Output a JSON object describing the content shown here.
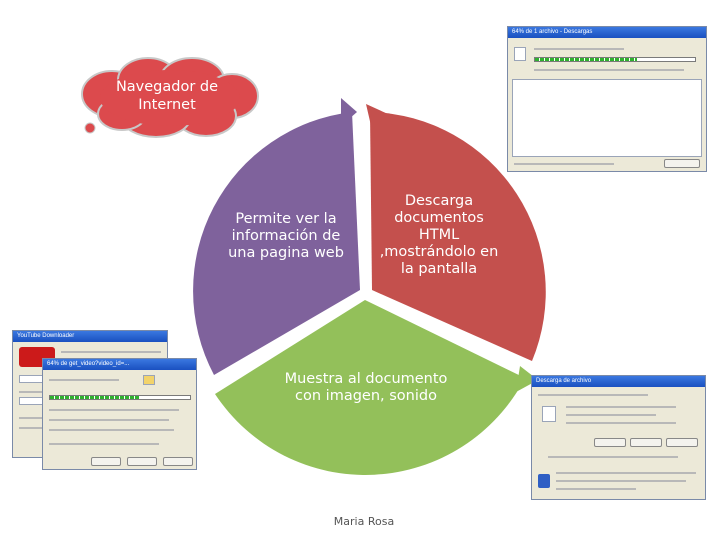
{
  "segments": {
    "top_left": "Permite ver la\ninformación de\nuna pagina web",
    "top_right": "Descarga\ndocumentos\nHTML\n,mostrándolo en\nla pantalla",
    "bottom": "Muestra al documento\ncon imagen, sonido"
  },
  "cloud": {
    "label": "Navegador de\nInternet"
  },
  "footer": {
    "author": "Maria Rosa"
  },
  "screenshots": {
    "top_right_title": "64% de 1 archivo - Descargas",
    "left_back_title": "YouTube Downloader",
    "left_front_title": "64% de get_video?video_id=...",
    "bottom_right_title": "Descarga de archivo"
  },
  "colors": {
    "segment_top_left": "#7f629c",
    "segment_top_right": "#c4504d",
    "segment_bottom": "#93c05a",
    "cloud": "#dc4a4d",
    "progress": "#2fb12f"
  }
}
